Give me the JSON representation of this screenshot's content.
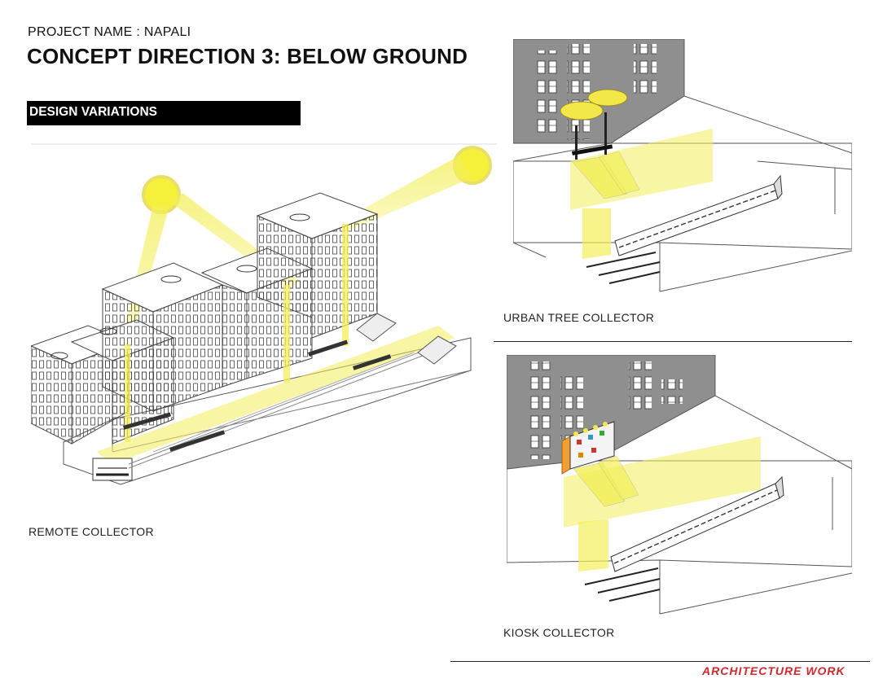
{
  "header": {
    "project_name": "PROJECT NAME : NAPALI",
    "title": "CONCEPT DIRECTION 3: BELOW GROUND"
  },
  "section": {
    "label": "DESIGN VARIATIONS"
  },
  "variations": [
    {
      "caption": "REMOTE COLLECTOR"
    },
    {
      "caption": "URBAN TREE COLLECTOR"
    },
    {
      "caption": "KIOSK COLLECTOR"
    }
  ],
  "footer": {
    "brand": "ARCHITECTURE WORK"
  },
  "colors": {
    "light_beam": "#f3ef5a",
    "sun": "#f5f03a",
    "building_gray": "#8f8f8f",
    "brand_red": "#d8262a"
  }
}
